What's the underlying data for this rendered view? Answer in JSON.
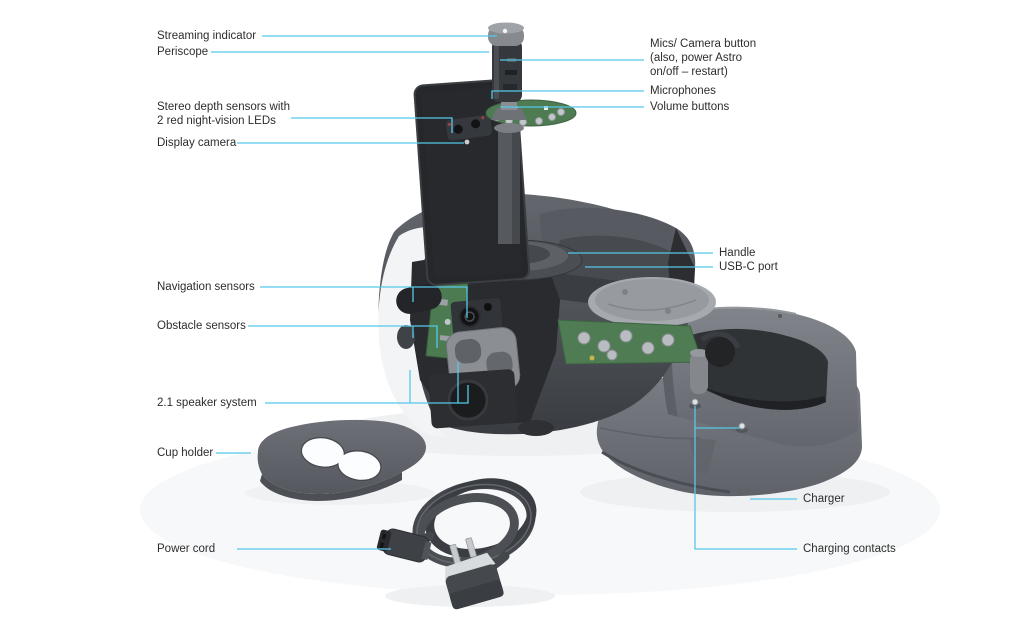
{
  "figure": {
    "type": "annotated-product-diagram",
    "background": "#ffffff"
  },
  "colors": {
    "leader_line": "#55c8e9",
    "label_text": "#2d2d2d"
  },
  "labels": {
    "streaming_indicator": "Streaming indicator",
    "periscope": "Periscope",
    "stereo_depth_sensors": "Stereo depth sensors with\n2 red night-vision LEDs",
    "display_camera": "Display camera",
    "navigation_sensors": "Navigation sensors",
    "obstacle_sensors": "Obstacle sensors",
    "speaker_system": "2.1 speaker system",
    "cup_holder": "Cup holder",
    "power_cord": "Power cord",
    "mics_camera_button": "Mics/ Camera button\n(also, power Astro\non/off – restart)",
    "microphones": "Microphones",
    "volume_buttons": "Volume buttons",
    "handle": "Handle",
    "usb_c_port": "USB-C port",
    "charger": "Charger",
    "charging_contacts": "Charging contacts"
  }
}
